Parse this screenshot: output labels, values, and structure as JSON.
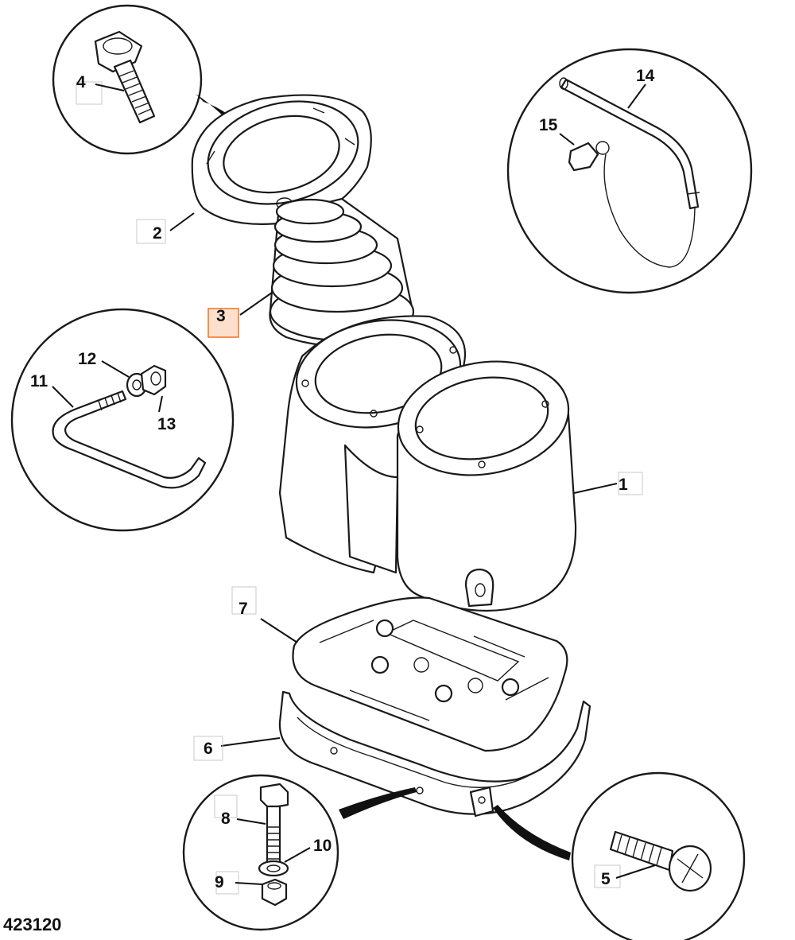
{
  "diagram": {
    "reference_number": "423120",
    "highlighted_callout": "3",
    "highlight_color": "#f07a2c",
    "callouts": {
      "c1": "1",
      "c2": "2",
      "c3": "3",
      "c4": "4",
      "c5": "5",
      "c6": "6",
      "c7": "7",
      "c8": "8",
      "c9": "9",
      "c10": "10",
      "c11": "11",
      "c12": "12",
      "c13": "13",
      "c14": "14",
      "c15": "15"
    }
  }
}
